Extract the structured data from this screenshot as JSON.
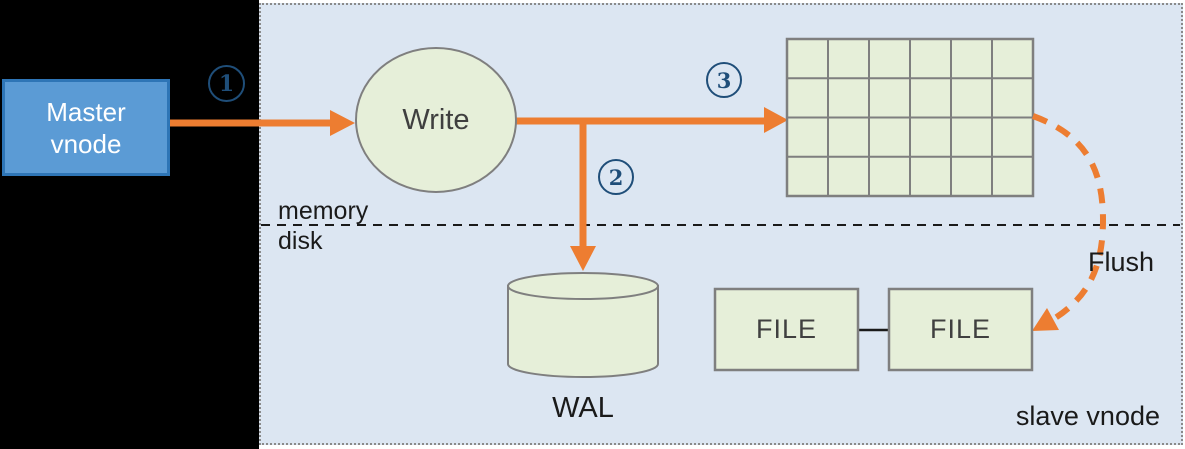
{
  "diagram": {
    "master_label": "Master\nvnode",
    "step1": "1",
    "step2": "2",
    "step3": "3",
    "write_label": "Write",
    "memory_label": "memory",
    "disk_label": "disk",
    "wal_label": "WAL",
    "flush_label": "Flush",
    "file1_label": "FILE",
    "file2_label": "FILE",
    "slave_label": "slave vnode",
    "memtable_grid": {
      "rows": 4,
      "cols": 6
    }
  },
  "colors": {
    "arrow_orange": "#ed7d31",
    "panel_blue": "#dce6f2",
    "node_green": "#e6efd9",
    "master_fill": "#5b9bd5",
    "master_border": "#2e75b6",
    "step_badge_navy": "#1f4e79",
    "shape_border_gray": "#7f7f7f",
    "background_left": "#000000"
  }
}
